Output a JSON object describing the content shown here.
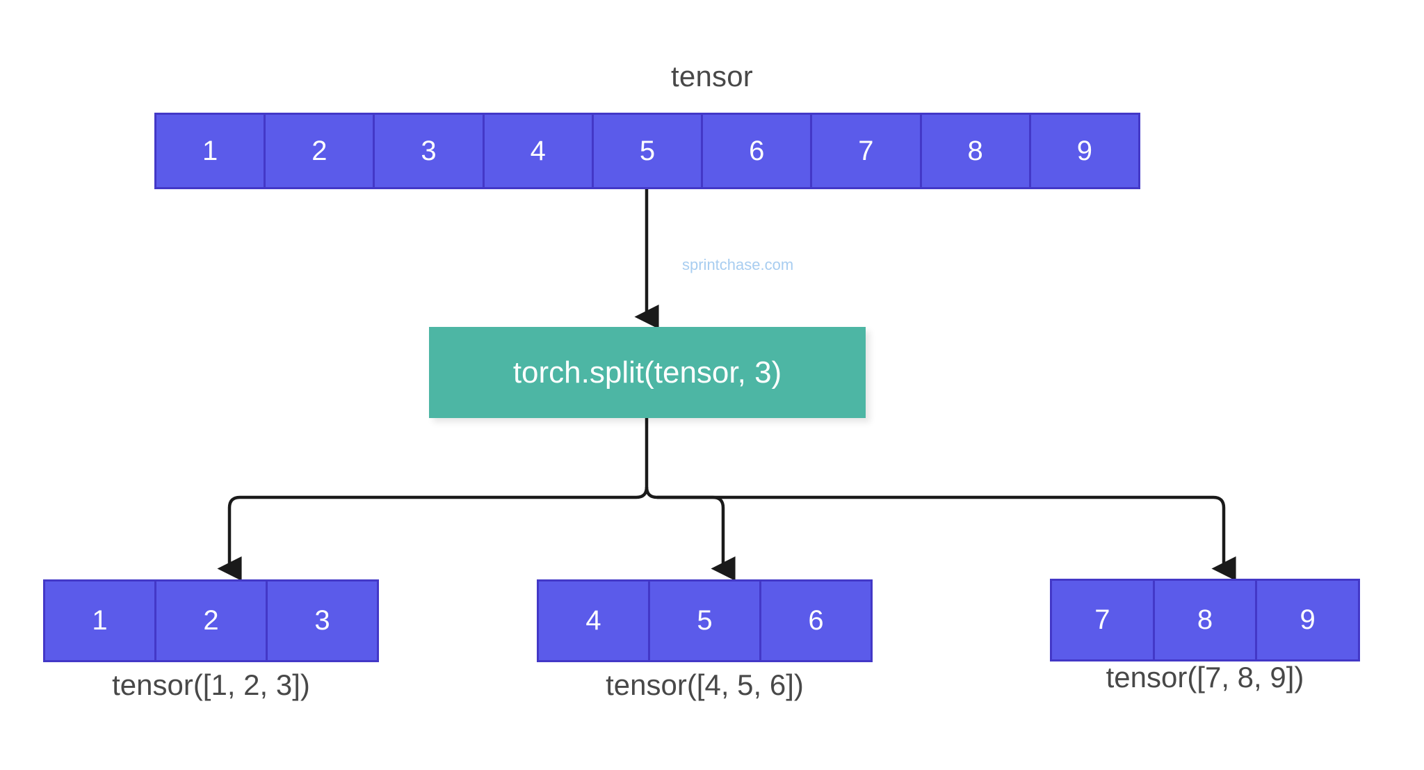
{
  "diagram": {
    "title": "tensor",
    "operation_label": "torch.split(tensor, 3)",
    "watermark": "sprintchase.com",
    "colors": {
      "cell_fill": "#5b5bea",
      "cell_border": "#4338c7",
      "operation_fill": "#4db6a4",
      "cell_text": "#ffffff",
      "label_text": "#484848",
      "connector": "#1a1a1a",
      "watermark_text": "#a8cdf0",
      "background": "#ffffff"
    },
    "input": {
      "label": "tensor",
      "values": [
        "1",
        "2",
        "3",
        "4",
        "5",
        "6",
        "7",
        "8",
        "9"
      ]
    },
    "outputs": [
      {
        "values": [
          "1",
          "2",
          "3"
        ],
        "caption": "tensor([1, 2, 3])"
      },
      {
        "values": [
          "4",
          "5",
          "6"
        ],
        "caption": "tensor([4, 5, 6])"
      },
      {
        "values": [
          "7",
          "8",
          "9"
        ],
        "caption": "tensor([7, 8, 9])"
      }
    ]
  }
}
